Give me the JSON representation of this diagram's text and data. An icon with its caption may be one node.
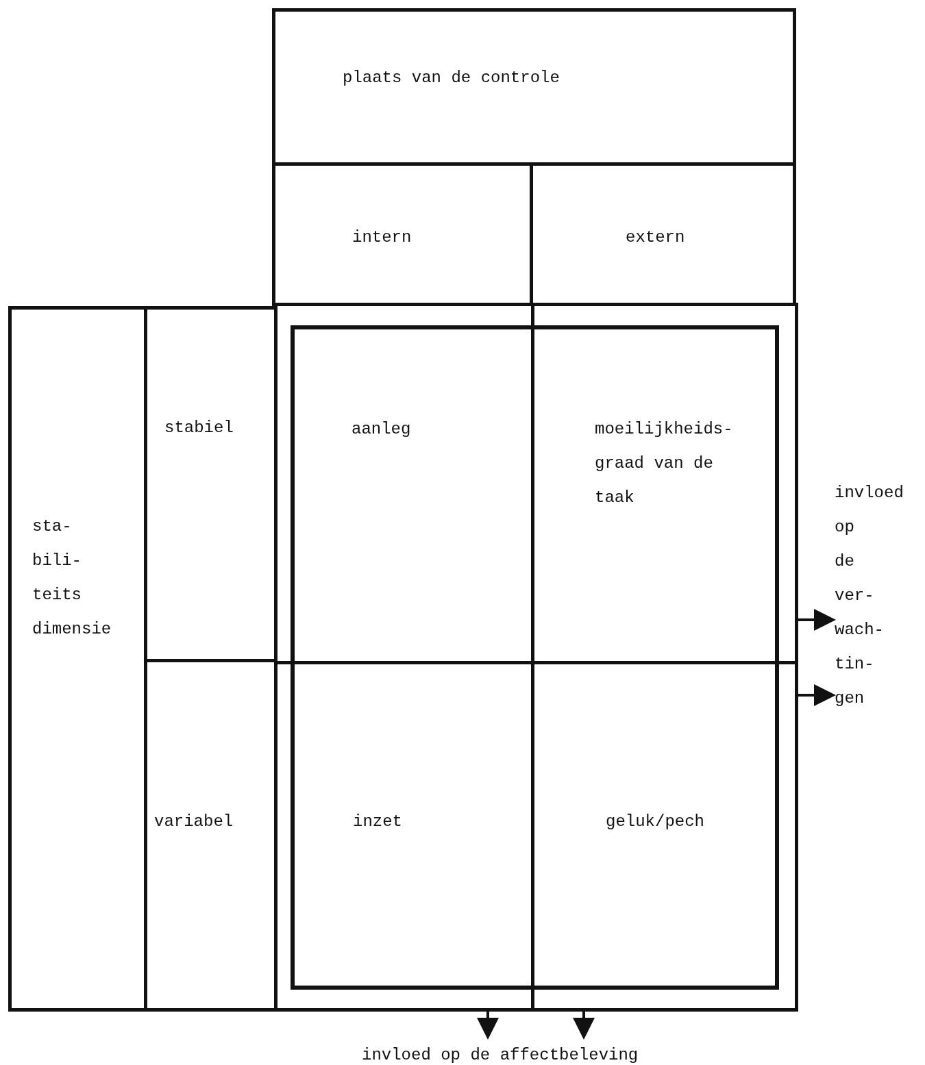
{
  "diagram": {
    "nodes": [
      {
        "text": [
          "plaats van de controle"
        ]
      },
      {
        "text": [
          "intern"
        ]
      },
      {
        "text": [
          "extern"
        ]
      },
      {
        "text": [
          "sta- bili- teits dimensie"
        ]
      },
      {
        "text": [
          "stabiel"
        ]
      },
      {
        "text": [
          "variabel"
        ]
      },
      {
        "text": [
          "aanleg"
        ]
      },
      {
        "text": [
          "moeilijkheids- graad van de taak"
        ]
      },
      {
        "text": [
          "inzet"
        ]
      },
      {
        "text": [
          "geluk/pech"
        ]
      },
      {
        "text": [
          "invloed op de ver- wach- tin- gen"
        ]
      },
      {
        "text": [
          "invloed op de affectbeleving"
        ]
      }
    ],
    "edges": [
      {
        "from": 7,
        "to": 10,
        "arrow": "to"
      },
      {
        "from": 9,
        "to": 10,
        "arrow": "to"
      },
      {
        "from": 8,
        "to": 11,
        "arrow": "to"
      },
      {
        "from": 9,
        "to": 11,
        "arrow": "to"
      }
    ]
  }
}
